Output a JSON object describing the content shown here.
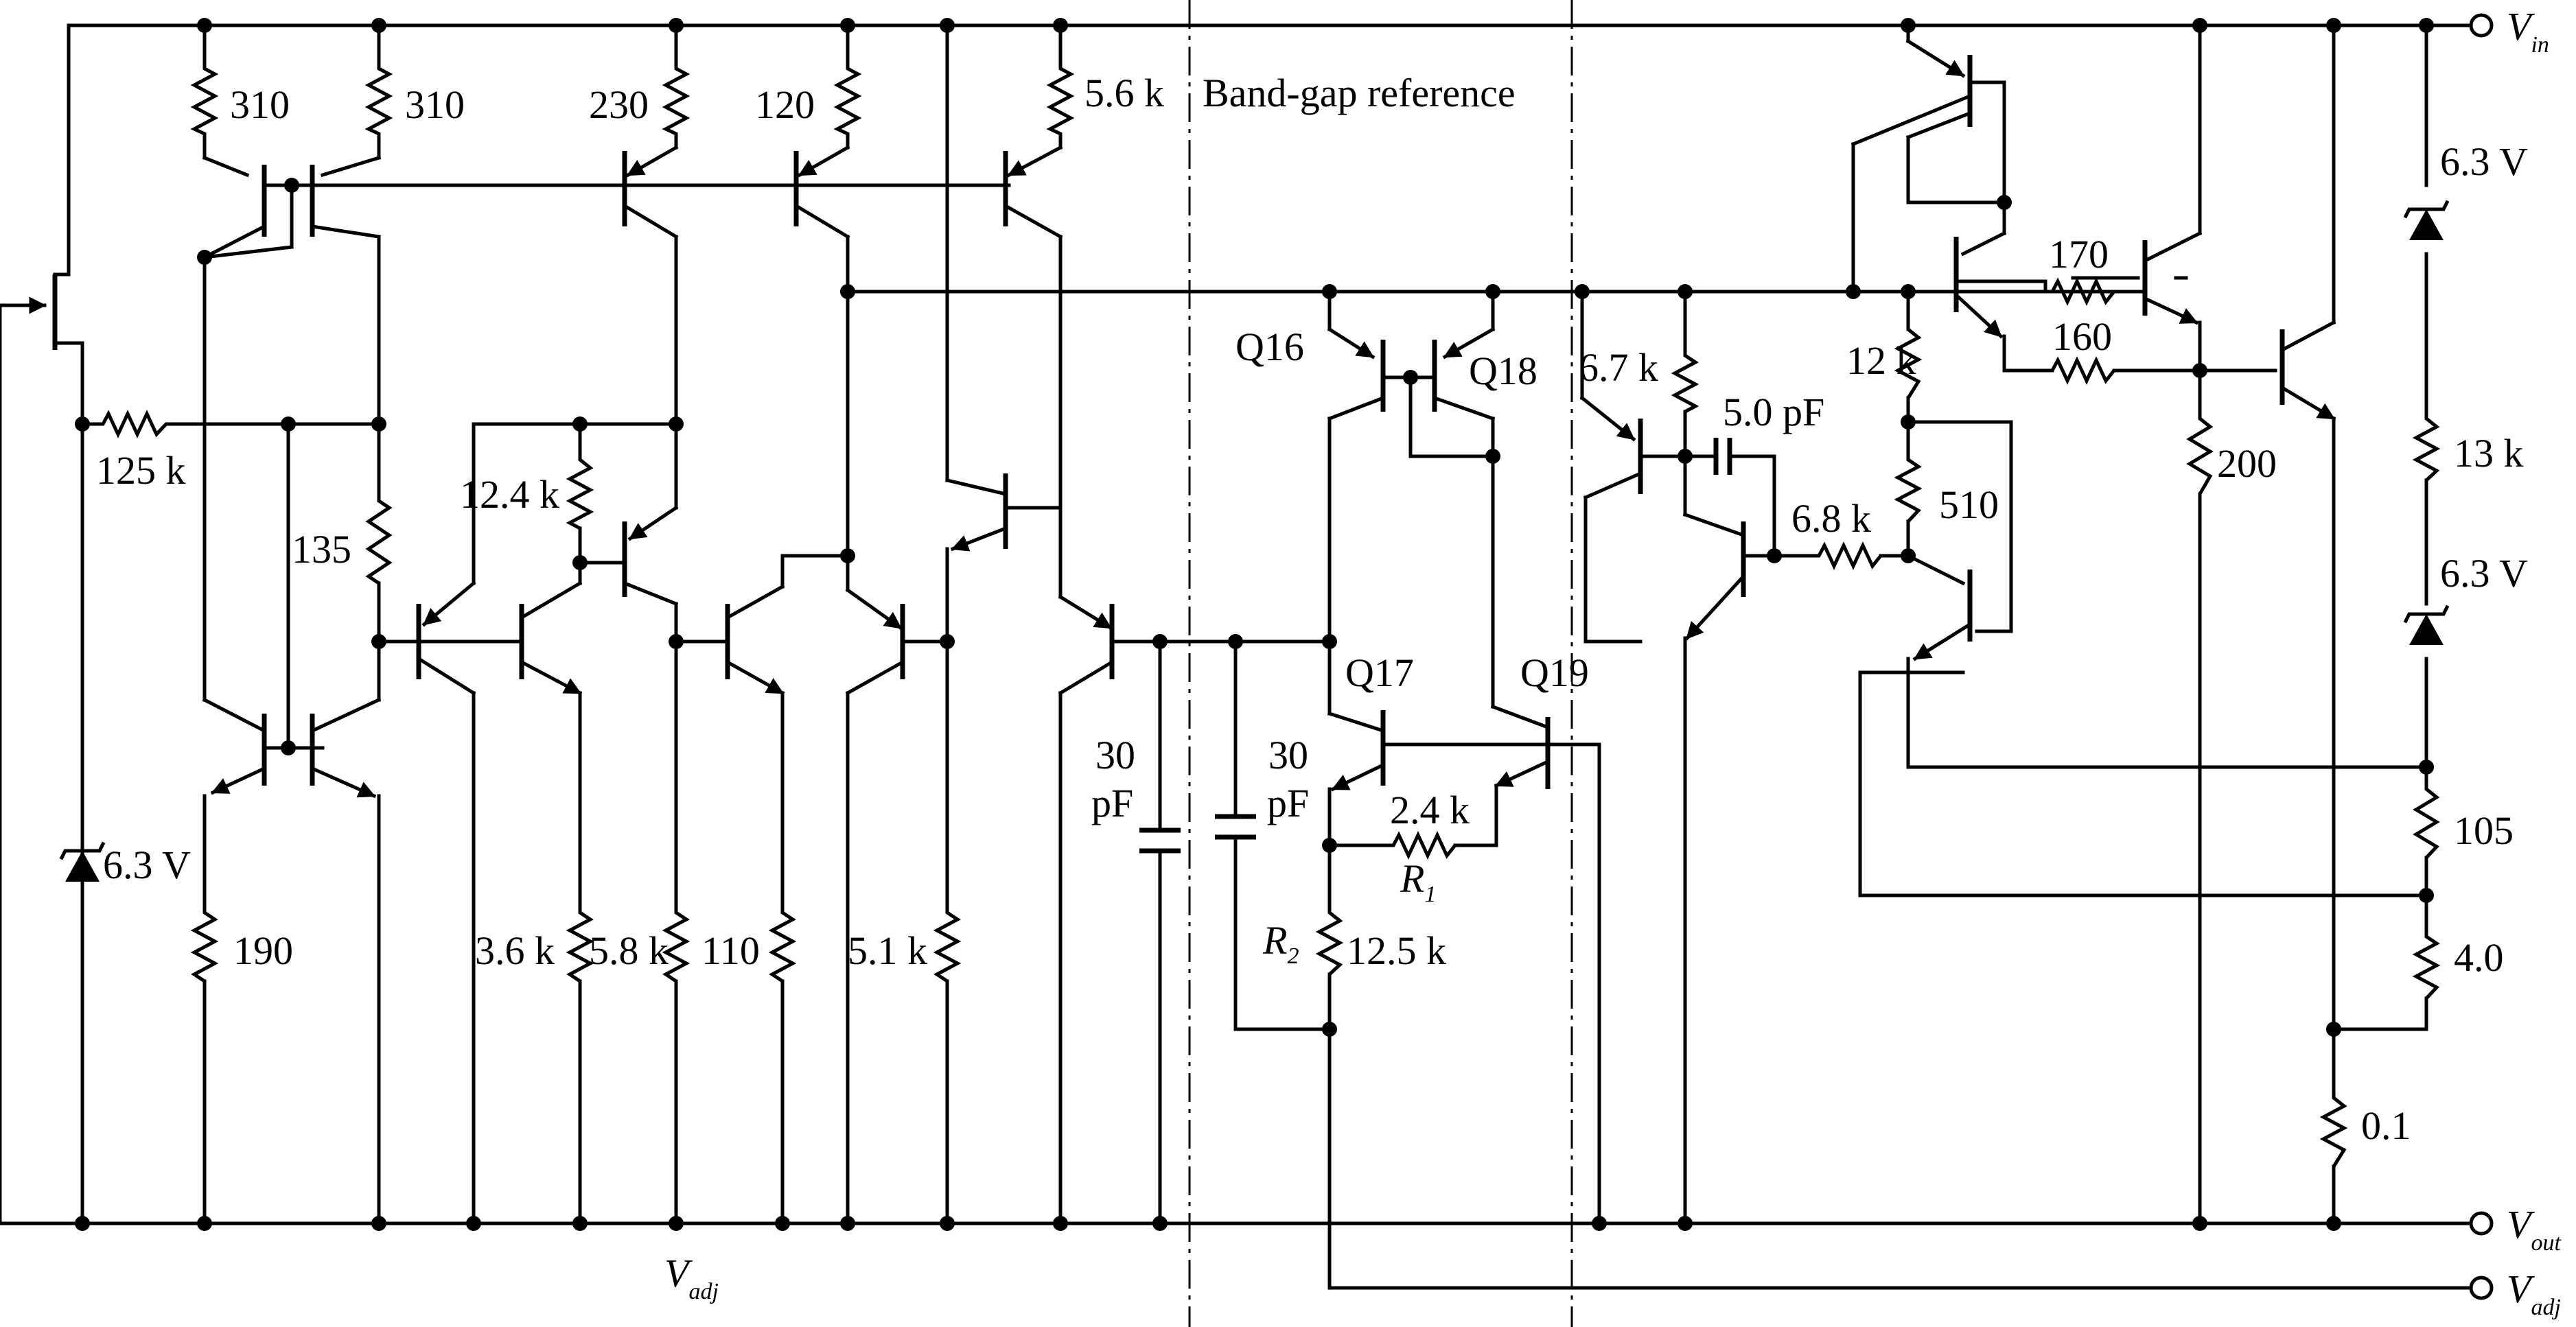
{
  "pins": {
    "vin": {
      "main": "V",
      "sub": "in"
    },
    "vout": {
      "main": "V",
      "sub": "out"
    },
    "vadj": {
      "main": "V",
      "sub": "adj"
    },
    "vadj_bottom": {
      "main": "V",
      "sub": "adj"
    }
  },
  "section_label": "Band-gap reference",
  "resistors": {
    "r310a": "310",
    "r310b": "310",
    "r230": "230",
    "r120": "120",
    "r5_6k": "5.6 k",
    "r125k": "125 k",
    "r135": "135",
    "r12_4k": "12.4 k",
    "r190": "190",
    "r3_6k": "3.6 k",
    "r5_8k": "5.8 k",
    "r110": "110",
    "r5_1k": "5.1 k",
    "r2_4k": "2.4 k",
    "r12_5k": "12.5 k",
    "r6_7k": "6.7 k",
    "r12k": "12 k",
    "r6_8k": "6.8 k",
    "r510": "510",
    "r170": "170",
    "r160": "160",
    "r200": "200",
    "r13k": "13 k",
    "r105": "105",
    "r4_0": "4.0",
    "r0_1": "0.1"
  },
  "resistor_names": {
    "r1": {
      "main": "R",
      "sub": "1"
    },
    "r2": {
      "main": "R",
      "sub": "2"
    }
  },
  "capacitors": {
    "c30a": [
      "30",
      "pF"
    ],
    "c30b": [
      "30",
      "pF"
    ],
    "c5pf": "5.0 pF"
  },
  "zeners": {
    "z1": "6.3 V",
    "z2": "6.3 V",
    "z3": "6.3 V"
  },
  "transistors": {
    "q16": "Q16",
    "q17": "Q17",
    "q18": "Q18",
    "q19": "Q19"
  }
}
